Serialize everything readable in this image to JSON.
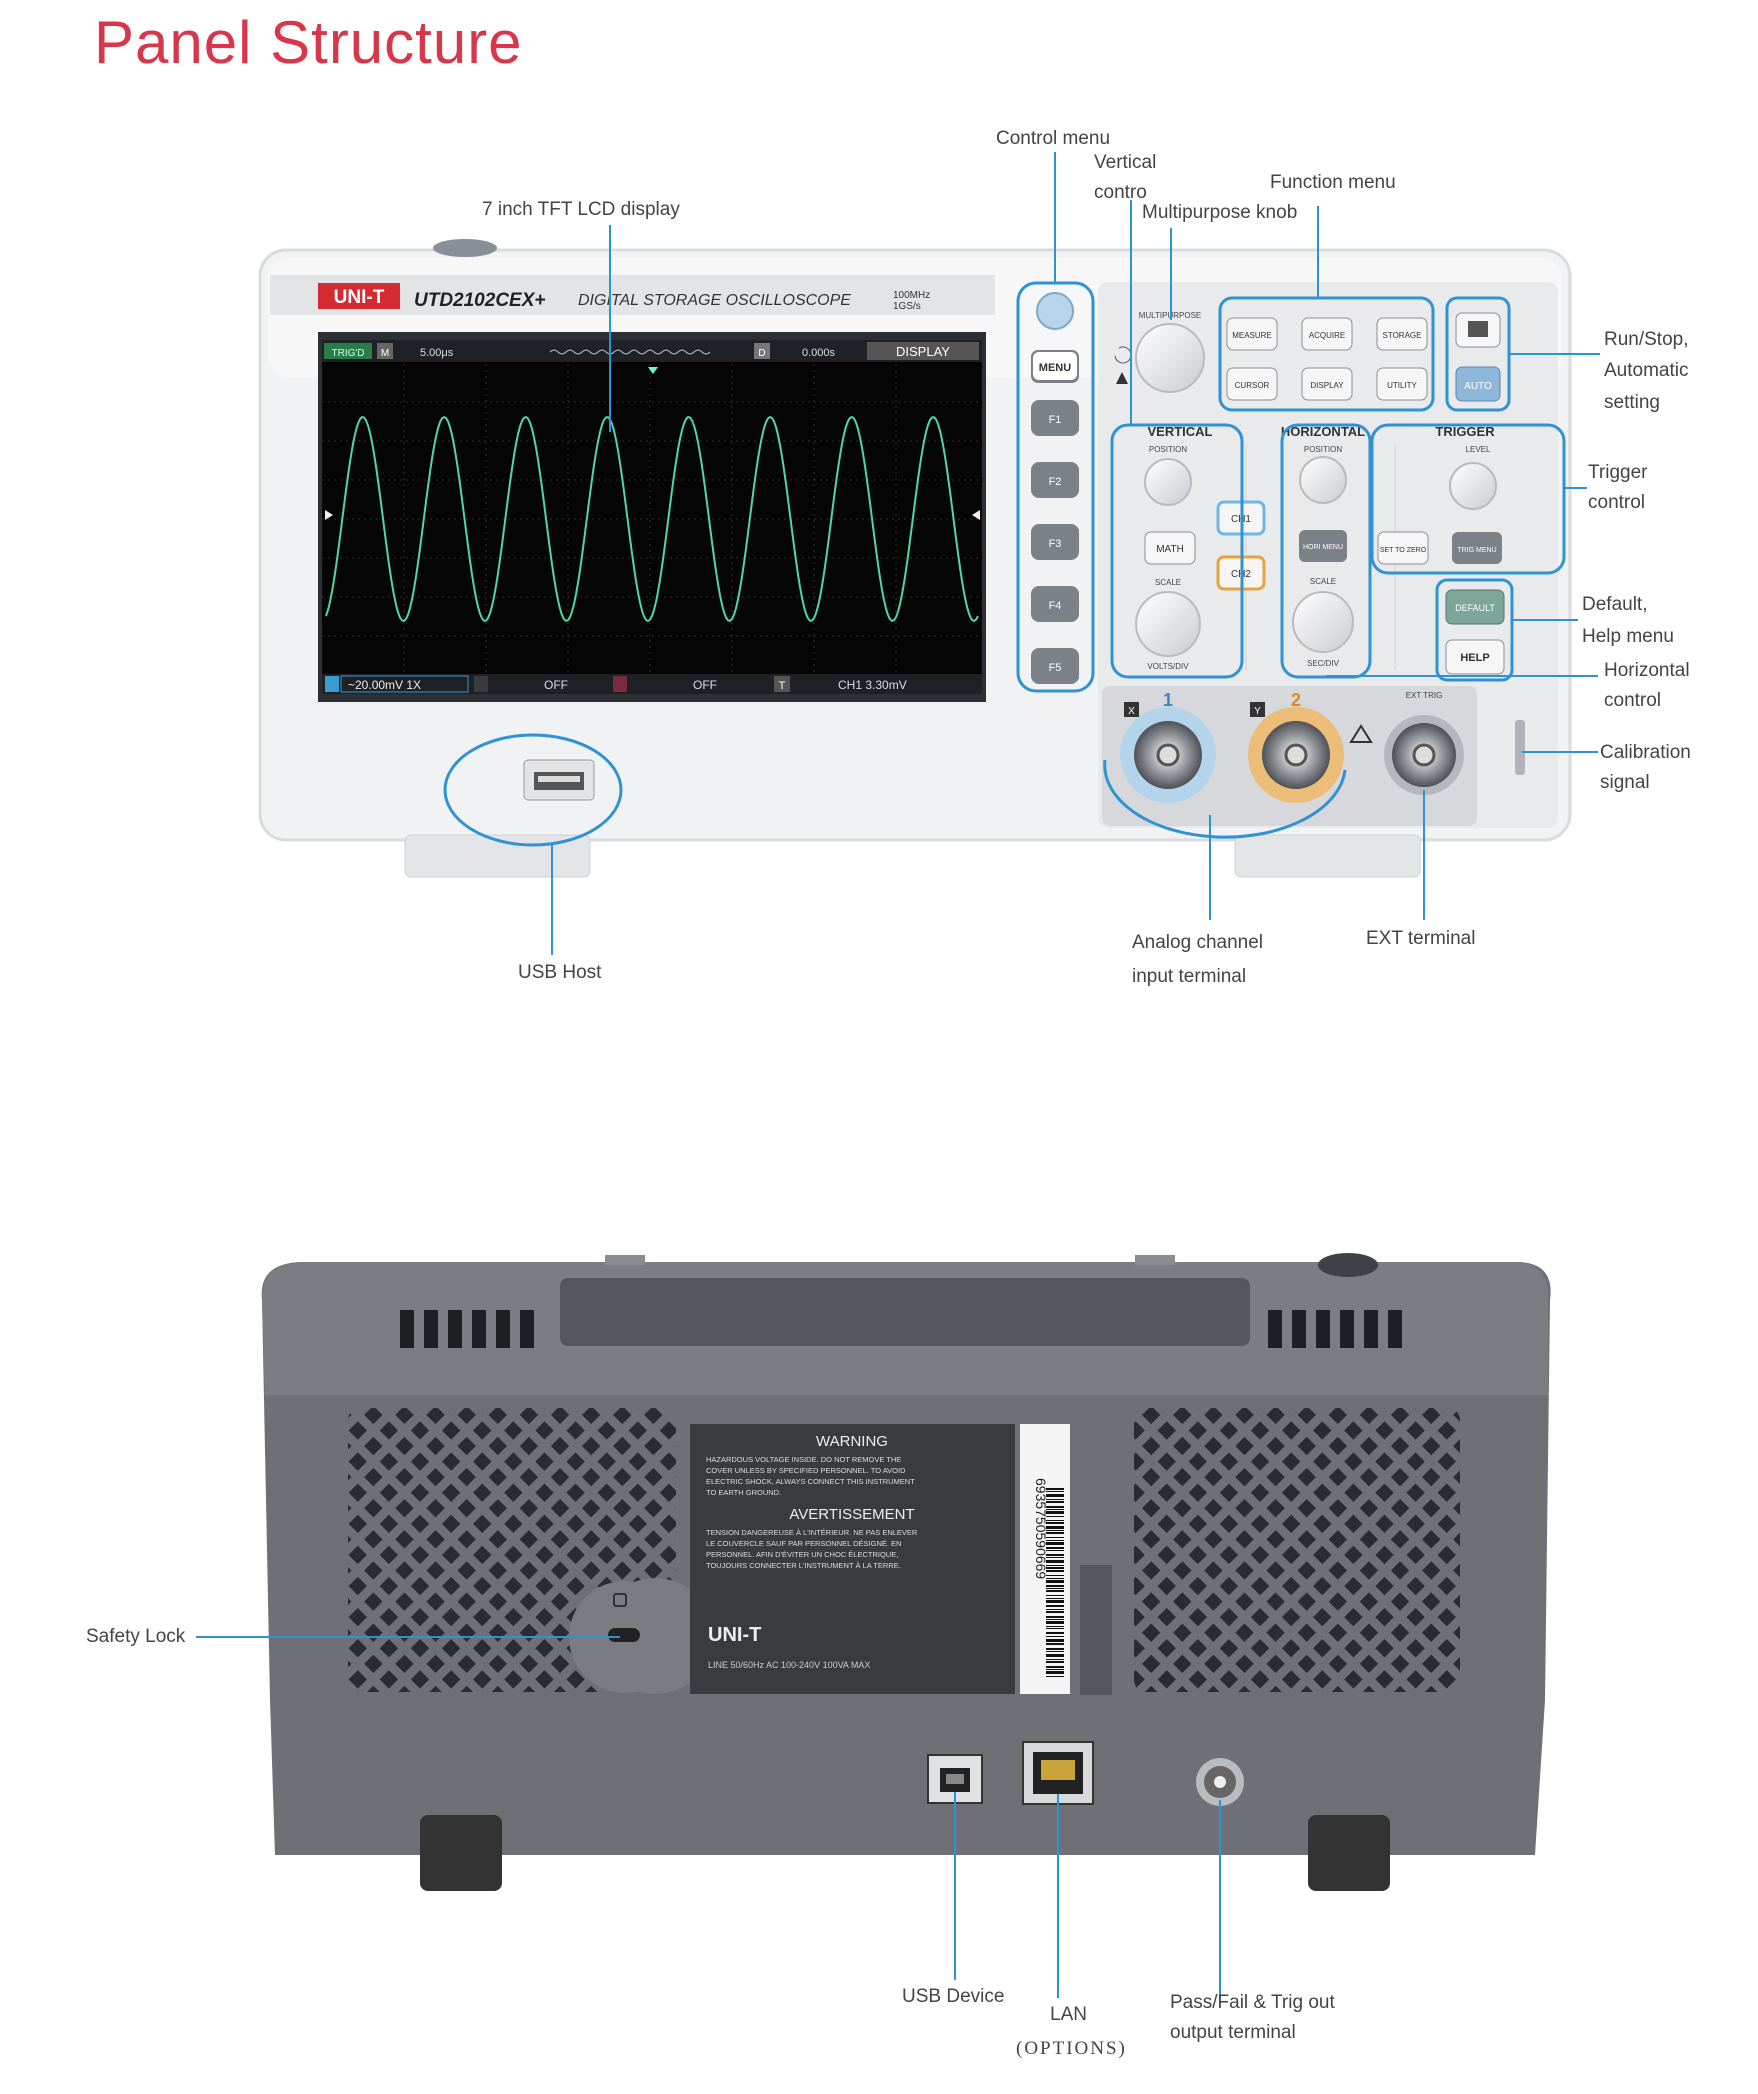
{
  "page": {
    "title": "Panel Structure"
  },
  "device": {
    "brand": "UNI-T",
    "model": "UTD2102CEX+",
    "type": "DIGITAL STORAGE OSCILLOSCOPE",
    "spec_bandwidth": "100MHz",
    "spec_rate": "1GS/s"
  },
  "screen": {
    "status": "TRIG'D",
    "mode": "M",
    "timebase": "5.00μs",
    "delay_marker": "D",
    "delay": "0.000s",
    "menu_title": "DISPLAY",
    "ch1_status": "~20.00mV  1X",
    "ch2_status": "OFF",
    "math_status": "OFF",
    "trig_marker": "T",
    "trig_status": "CH1 3.30mV"
  },
  "buttons": {
    "side": [
      "MENU",
      "F1",
      "F2",
      "F3",
      "F4",
      "F5"
    ],
    "function": [
      "MEASURE",
      "ACQUIRE",
      "STORAGE",
      "CURSOR",
      "DISPLAY",
      "UTILITY"
    ],
    "run_auto": [
      "AUTO"
    ],
    "math": "MATH",
    "ch1": "CH1",
    "ch2": "CH2",
    "horiz_menu": "HORI MENU",
    "set_zero": "SET TO ZERO",
    "trig_menu": "TRIG MENU",
    "default": "DEFAULT",
    "help": "HELP"
  },
  "sections": {
    "vertical": "VERTICAL",
    "horizontal": "HORIZONTAL",
    "trigger": "TRIGGER"
  },
  "knobs": {
    "multipurpose": "MULTIPURPOSE",
    "position": "POSITION",
    "scale": "SCALE",
    "volts": "VOLTS/DIV",
    "sec": "SEC/DIV",
    "level": "LEVEL"
  },
  "inputs": {
    "x": "X",
    "ch1": "1",
    "y": "Y",
    "ch2": "2",
    "ext": "EXT TRIG"
  },
  "front_labels": {
    "control_menu": "Control menu",
    "vertical_1": "Vertical",
    "vertical_2": "contro",
    "function_menu": "Function menu",
    "multipurpose_knob": "Multipurpose knob",
    "lcd": "7 inch TFT LCD display",
    "run_stop_1": "Run/Stop,",
    "run_stop_2": "Automatic",
    "run_stop_3": "setting",
    "trigger_1": "Trigger",
    "trigger_2": "control",
    "default_1": "Default,",
    "default_2": "Help menu",
    "horizontal_1": "Horizontal",
    "horizontal_2": "control",
    "calibration_1": "Calibration",
    "calibration_2": "signal",
    "usb_host": "USB Host",
    "analog_1": "Analog channel",
    "analog_2": "input terminal",
    "ext": "EXT terminal"
  },
  "rear": {
    "warning_title": "WARNING",
    "warning_text": [
      "HAZARDOUS VOLTAGE INSIDE. DO NOT REMOVE THE",
      "COVER UNLESS BY SPECIFIED PERSONNEL. TO AVOID",
      "ELECTRIC SHOCK, ALWAYS CONNECT THIS INSTRUMENT",
      "TO EARTH GROUND."
    ],
    "avert_title": "AVERTISSEMENT",
    "avert_text": [
      "TENSION DANGEREUSE À L'INTÉRIEUR. NE PAS ENLEVER",
      "LE COUVERCLE SAUF PAR PERSONNEL DÉSIGNÉ. EN",
      "PERSONNEL. AFIN D'ÉVITER UN CHOC ÉLECTRIQUE,",
      "TOUJOURS CONNECTER L'INSTRUMENT À LA TERRE."
    ],
    "brand": "UNI-T",
    "rating": "LINE 50/60Hz     AC 100-240V     100VA MAX",
    "barcode": "6935750590669"
  },
  "rear_labels": {
    "safety_lock": "Safety Lock",
    "usb_device": "USB Device",
    "lan": "LAN",
    "lan_note": "(OPTIONS)",
    "pass_fail_1": "Pass/Fail & Trig out",
    "pass_fail_2": "output terminal"
  },
  "colors": {
    "title": "#d8364a",
    "callout": "#2f93d3",
    "trace": "#4fd7a8",
    "ch1": "#6fb7e6",
    "ch2": "#e8a23e",
    "rear_body": "#6e7076"
  }
}
